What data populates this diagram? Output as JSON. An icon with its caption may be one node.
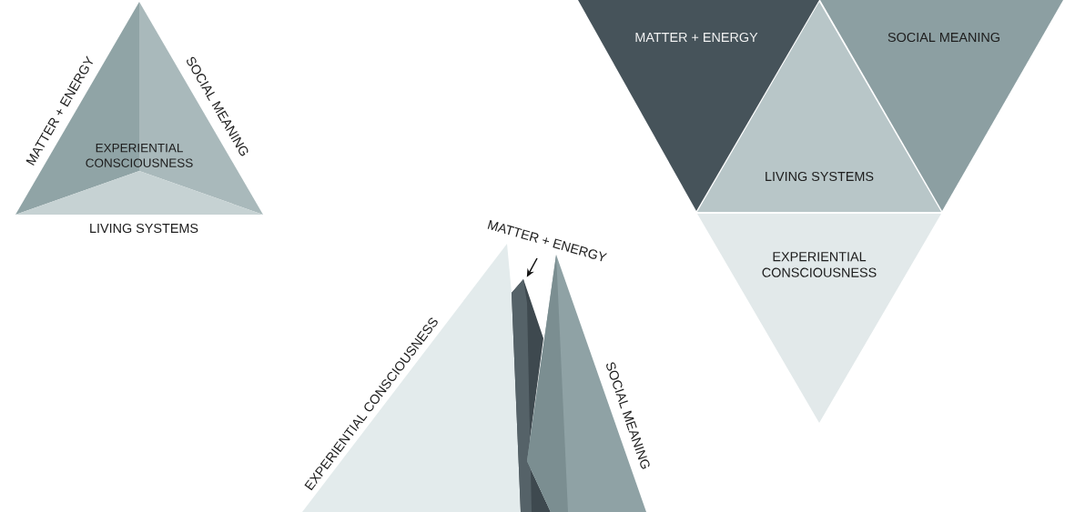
{
  "diagram": {
    "nodes": [
      {
        "text": [
          "MATTER + ENERGY"
        ]
      },
      {
        "text": [
          "SOCIAL MEANING"
        ]
      },
      {
        "text": [
          "LIVING SYSTEMS"
        ]
      },
      {
        "text": [
          "EXPERIENTIAL CONSCIOUSNESS"
        ]
      },
      {
        "text": [
          "MATTER + ENERGY"
        ]
      },
      {
        "text": [],
        "shape": "triangle"
      },
      {
        "text": [
          "SOCIAL MEANING"
        ]
      },
      {
        "text": [
          "MATTER + ENERGY"
        ]
      },
      {
        "text": [
          "SOCIAL MEANING"
        ]
      },
      {
        "text": [
          "LIVING SYSTEMS"
        ]
      },
      {
        "text": [
          "EXPERIENTIAL CONSCIOUSNESS"
        ]
      }
    ],
    "edges": [
      {
        "from": 4,
        "to": 5,
        "arrow": "to"
      }
    ],
    "labels": [
      "EXPERIENTIAL CONSCIOUSNESS"
    ]
  }
}
